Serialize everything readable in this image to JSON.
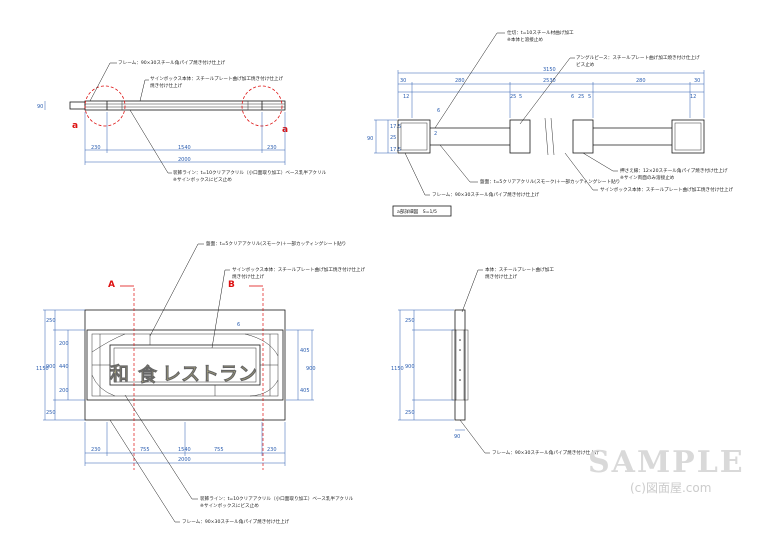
{
  "notes": {
    "frame": "フレーム：90×30スチール角パイプ焼き付け仕上げ",
    "box_body": "サインボックス本体：スチールプレート曲げ加工焼き付け仕上げ",
    "box_body_b": "サインボックス本体：スチールプレート曲げ加工焼き付け仕上げ",
    "face": "盤面：t=5クリアアクリル(スモーク)＋一部カッティングシート貼り",
    "face_a": "盤面：t=5クリアアクリル(スモーク)＋一部カッティングシート貼り",
    "decor_line1": "装飾ライン：t=10クリアアクリル（小口面取り加工）ベース乳半アクリル",
    "decor_line2": "※サインボックスにビス止め",
    "decor_line1_b": "装飾ライン：t=10クリアアクリル（小口面取り加工）ベース乳半アクリル",
    "decor_line2_b": "※サインボックスにビス止め",
    "frame_b": "フレーム：90×30スチール角パイプ焼き付け仕上げ",
    "frame_c": "フレーム：90×30スチール角パイプ焼き付け仕上げ",
    "frame_d": "フレーム：90×30スチール角パイプ焼き付け仕上げ",
    "partition1": "仕切：t=10スチール材曲げ加工",
    "partition2": "※本体と溶接止め",
    "anchor1": "アングルピース：スチールプレート曲げ加工焼き付け仕上げ",
    "anchor2": "ビス止め",
    "press1": "押さえ縁：12×20スチール角パイプ焼き付け仕上げ",
    "press2": "※サイン両面のみ溶接止め",
    "body_side1": "本体：スチールプレート曲げ加工",
    "body_side2": "焼き付け仕上げ"
  },
  "detail_title": "a部詳細図　S=1/5",
  "markers": {
    "a_left": "a",
    "a_right": "a",
    "section_a": "A",
    "section_b": "B"
  },
  "sign_text": {
    "char1": "和",
    "char2": "食",
    "rest": "レストラン"
  },
  "dims": {
    "top_h": "90",
    "top_230a": "230",
    "top_1540": "1540",
    "top_230b": "230",
    "top_2000": "2000",
    "d_3150": "3150",
    "d_30a": "30",
    "d_280a": "280",
    "d_2530": "2530",
    "d_280b": "280",
    "d_30b": "30",
    "d_12a": "12",
    "d_6": "6",
    "d_25a": "25",
    "d_5a": "5",
    "d_6b": "6",
    "d_25b": "25",
    "d_5b": "5",
    "d_12b": "12",
    "d_90": "90",
    "d_175a": "17.5",
    "d_25c": "25",
    "d_175b": "17.5",
    "d_2": "2",
    "f_250a": "250",
    "f_200a": "200",
    "f_440": "440",
    "f_200b": "200",
    "f_900": "900",
    "f_1150": "1150",
    "f_250b": "250",
    "f_405a": "405",
    "f_900b": "900",
    "f_405b": "405",
    "f_230a": "230",
    "f_755a": "755",
    "f_755b": "755",
    "f_230b": "230",
    "f_1540": "1540",
    "f_2000": "2000",
    "f_6": "6",
    "s_250a": "250",
    "s_900": "900",
    "s_1150": "1150",
    "s_250b": "250",
    "s_90": "90"
  },
  "watermark": {
    "main": "SAMPLE",
    "sub": "(c)図面屋.com"
  }
}
